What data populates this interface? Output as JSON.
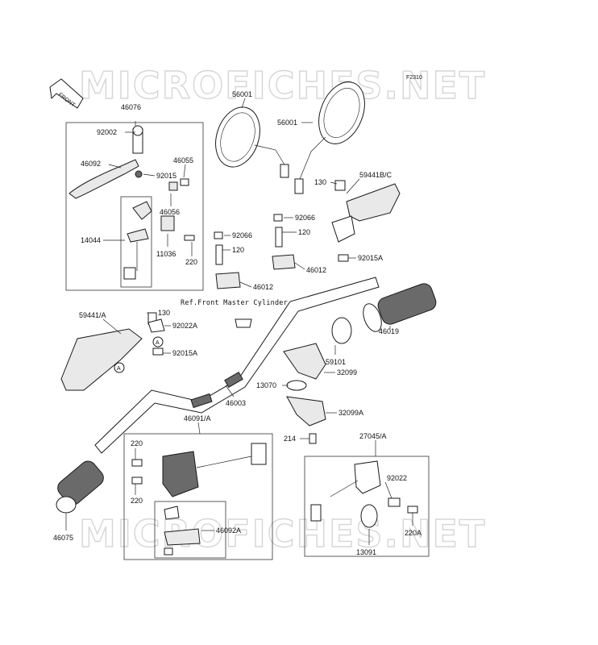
{
  "diagram_code": "F2310",
  "watermark": "MICROFICHES.NET",
  "front_arrow_label": "FRONT",
  "reference_note": "Ref.Front Master Cylinder",
  "callout_letter": "A",
  "labels": [
    {
      "id": "46076",
      "text": "46076"
    },
    {
      "id": "92002",
      "text": "92002"
    },
    {
      "id": "46092",
      "text": "46092"
    },
    {
      "id": "92015",
      "text": "92015"
    },
    {
      "id": "46055",
      "text": "46055"
    },
    {
      "id": "46056",
      "text": "46056"
    },
    {
      "id": "14044",
      "text": "14044"
    },
    {
      "id": "11036",
      "text": "11036"
    },
    {
      "id": "220_left",
      "text": "220"
    },
    {
      "id": "56001_left",
      "text": "56001"
    },
    {
      "id": "56001_right",
      "text": "56001"
    },
    {
      "id": "130_top",
      "text": "130"
    },
    {
      "id": "59441BC",
      "text": "59441B/C"
    },
    {
      "id": "92066_right",
      "text": "92066"
    },
    {
      "id": "92066_left",
      "text": "92066"
    },
    {
      "id": "120_right",
      "text": "120"
    },
    {
      "id": "120_left",
      "text": "120"
    },
    {
      "id": "46012_right",
      "text": "46012"
    },
    {
      "id": "46012_left",
      "text": "46012"
    },
    {
      "id": "92015A_top",
      "text": "92015A"
    },
    {
      "id": "59441A",
      "text": "59441/A"
    },
    {
      "id": "130_left",
      "text": "130"
    },
    {
      "id": "92022A",
      "text": "92022A"
    },
    {
      "id": "92015A_left",
      "text": "92015A"
    },
    {
      "id": "46019",
      "text": "46019"
    },
    {
      "id": "59101",
      "text": "59101"
    },
    {
      "id": "32099",
      "text": "32099"
    },
    {
      "id": "13070",
      "text": "13070"
    },
    {
      "id": "46003",
      "text": "46003"
    },
    {
      "id": "32099A",
      "text": "32099A"
    },
    {
      "id": "46091A",
      "text": "46091/A"
    },
    {
      "id": "220_sw_top",
      "text": "220"
    },
    {
      "id": "220_sw_bottom",
      "text": "220"
    },
    {
      "id": "214",
      "text": "214"
    },
    {
      "id": "27045A",
      "text": "27045/A"
    },
    {
      "id": "92022",
      "text": "92022"
    },
    {
      "id": "46092A",
      "text": "46092A"
    },
    {
      "id": "220A",
      "text": "220A"
    },
    {
      "id": "13091",
      "text": "13091"
    },
    {
      "id": "46075",
      "text": "46075"
    }
  ]
}
